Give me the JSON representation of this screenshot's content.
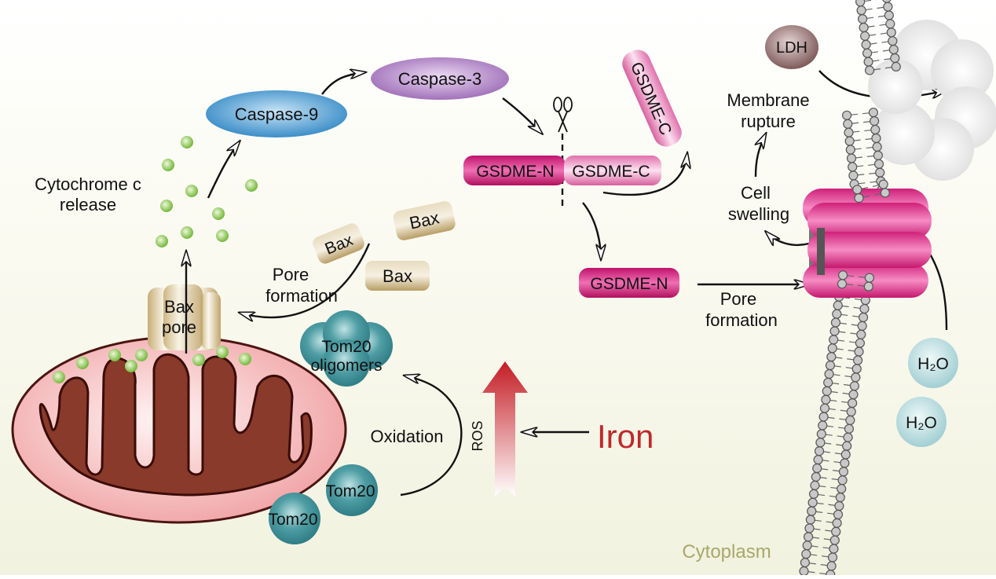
{
  "labels": {
    "caspase9": "Caspase-9",
    "caspase3": "Caspase-3",
    "cytochrome_line1": "Cytochrome c",
    "cytochrome_line2": "release",
    "bax1": "Bax",
    "bax2": "Bax",
    "bax3": "Bax",
    "pore_formation_left_1": "Pore",
    "pore_formation_left_2": "formation",
    "bax_pore_1": "Bax",
    "bax_pore_2": "pore",
    "tom20_oligomers_1": "Tom20",
    "tom20_oligomers_2": "oligomers",
    "oxidation": "Oxidation",
    "ros": "ROS",
    "iron": "Iron",
    "tom20_a": "Tom20",
    "tom20_b": "Tom20",
    "gsdme_n_full": "GSDME-N",
    "gsdme_c_full": "GSDME-C",
    "gsdme_c_free": "GSDME-C",
    "gsdme_n_free": "GSDME-N",
    "pore_formation_right_1": "Pore",
    "pore_formation_right_2": "formation",
    "cell_swelling_1": "Cell",
    "cell_swelling_2": "swelling",
    "membrane_rupture_1": "Membrane",
    "membrane_rupture_2": "rupture",
    "ldh": "LDH",
    "h2o_a": "H₂O",
    "h2o_b": "H₂O",
    "cytoplasm": "Cytoplasm"
  },
  "colors": {
    "caspase9": "#3a8ec8",
    "caspase3": "#a070b8",
    "bax": "#c8b07a",
    "tom20": "#3e8e96",
    "gsdme_n": "#c8186e",
    "gsdme_c": "#e680b4",
    "iron": "#c0282a",
    "mito_outer": "#f2a8a8",
    "mito_inner": "#8c3a2a",
    "cytochrome": "#8cc850",
    "ldh": "#8a6a6a",
    "h2o": "#a8d4d8",
    "cytoplasm_text": "#a8a868"
  }
}
